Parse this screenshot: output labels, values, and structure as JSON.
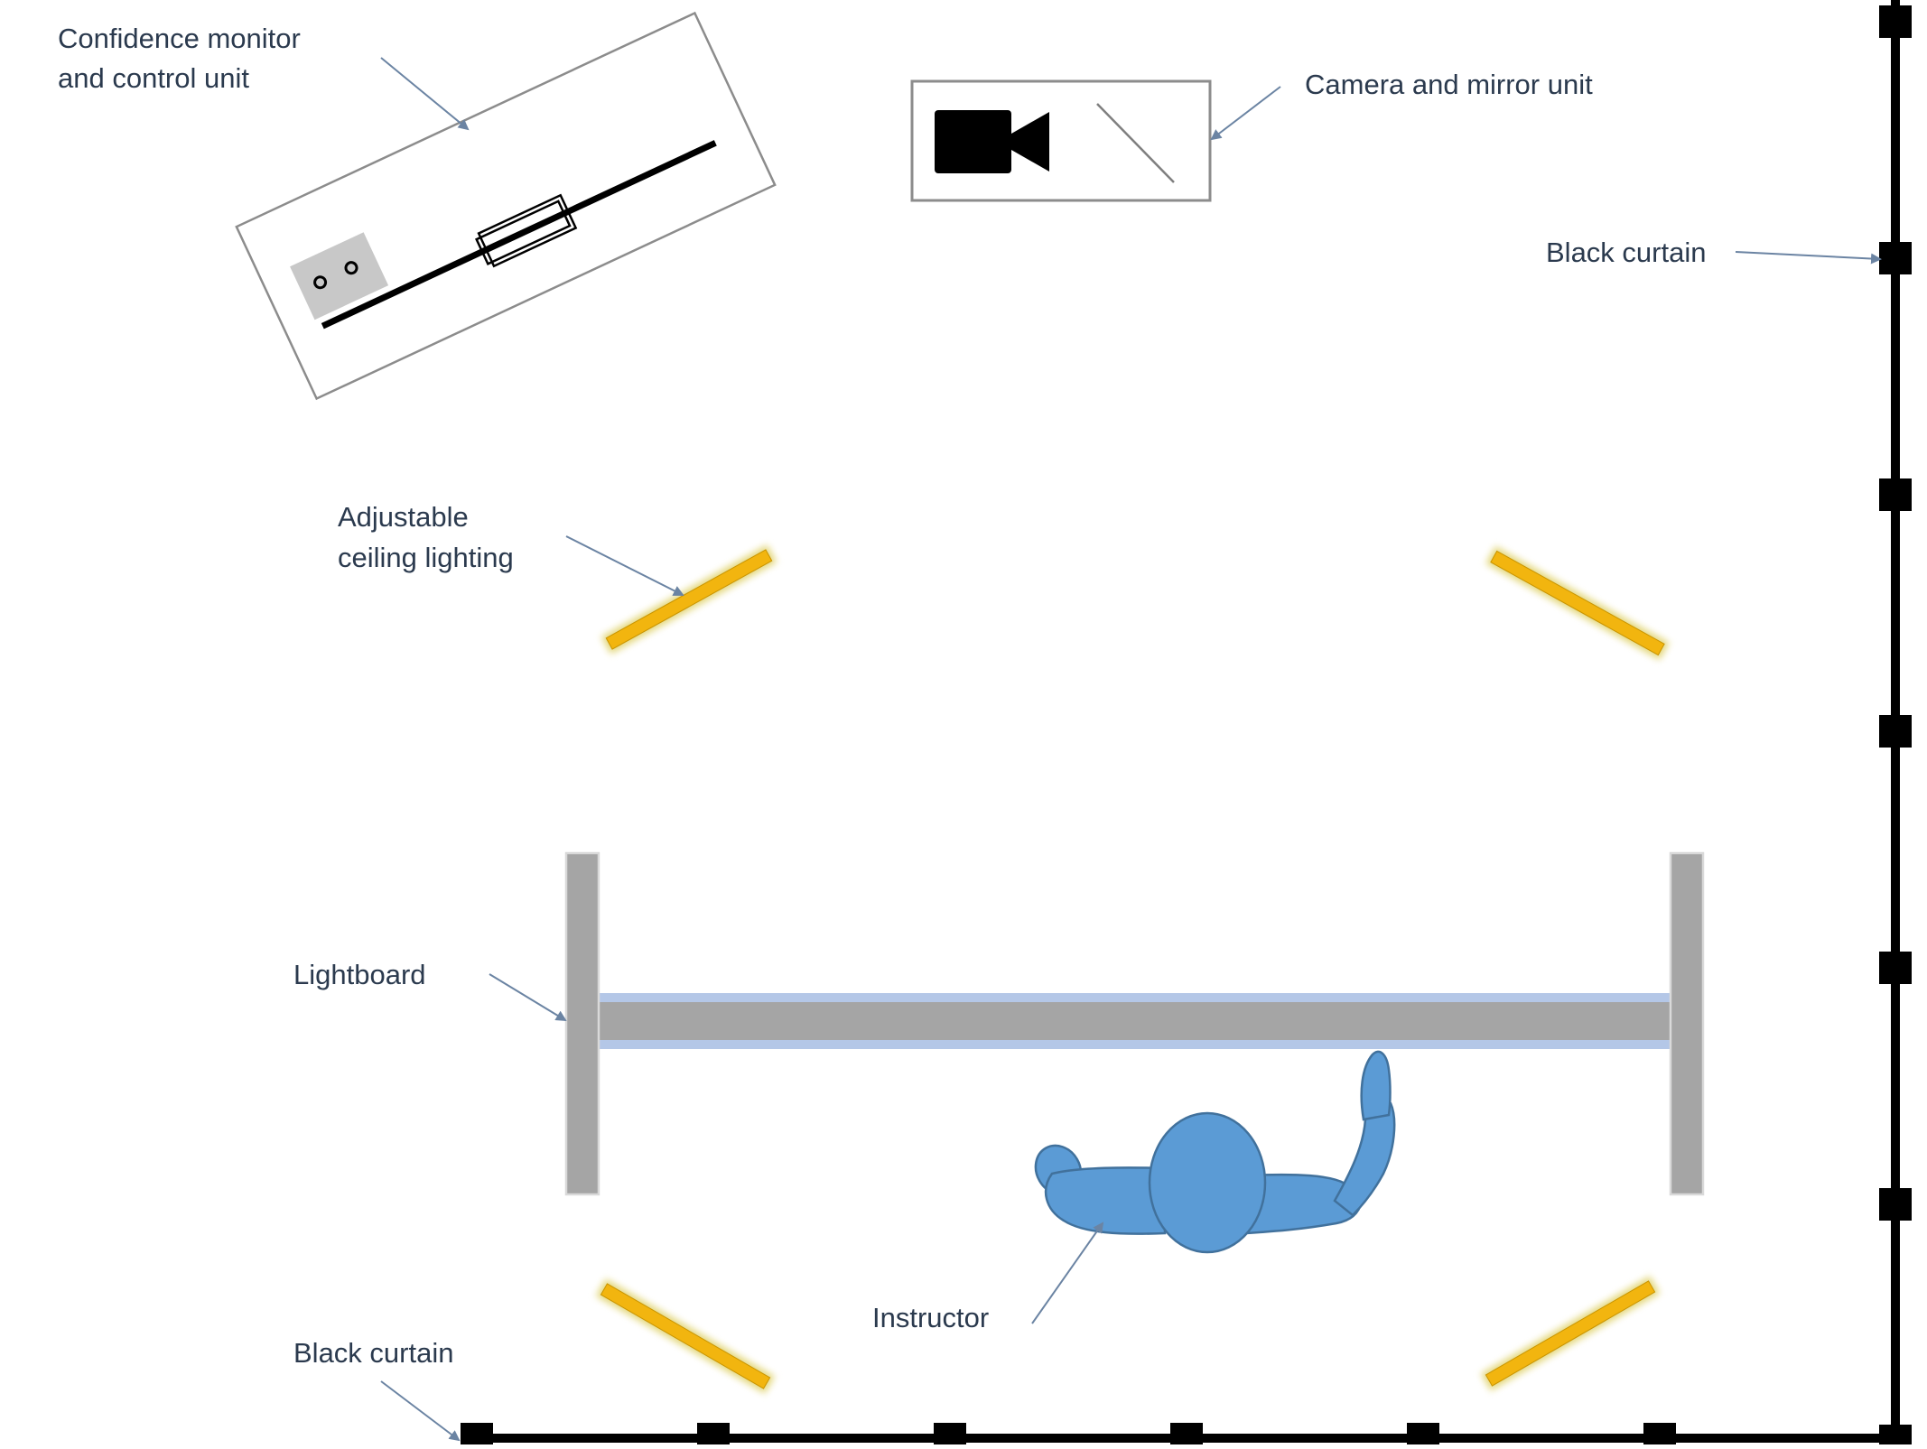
{
  "labels": {
    "confidence_monitor": [
      "Confidence monitor",
      "and control unit"
    ],
    "camera_mirror": "Camera and mirror unit",
    "black_curtain_right": "Black curtain",
    "ceiling_lighting": [
      "Adjustable",
      "ceiling lighting"
    ],
    "lightboard": "Lightboard",
    "instructor": "Instructor",
    "black_curtain_bottom": "Black curtain"
  },
  "icons": {
    "camera": "video-camera-icon",
    "mirror": "mirror-icon",
    "person": "instructor-figure-icon",
    "lamp": "ceiling-light-icon"
  },
  "colors": {
    "light_bar": "#f2b50f",
    "light_glow": "#e3d77a",
    "lightboard_gray": "#a5a5a5",
    "lightboard_glow": "#b4c7e7",
    "instructor_fill": "#5b9bd5",
    "instructor_stroke": "#41719c",
    "arrow": "#6b84a3",
    "curtain": "#000000",
    "text": "#2b3a4e"
  }
}
